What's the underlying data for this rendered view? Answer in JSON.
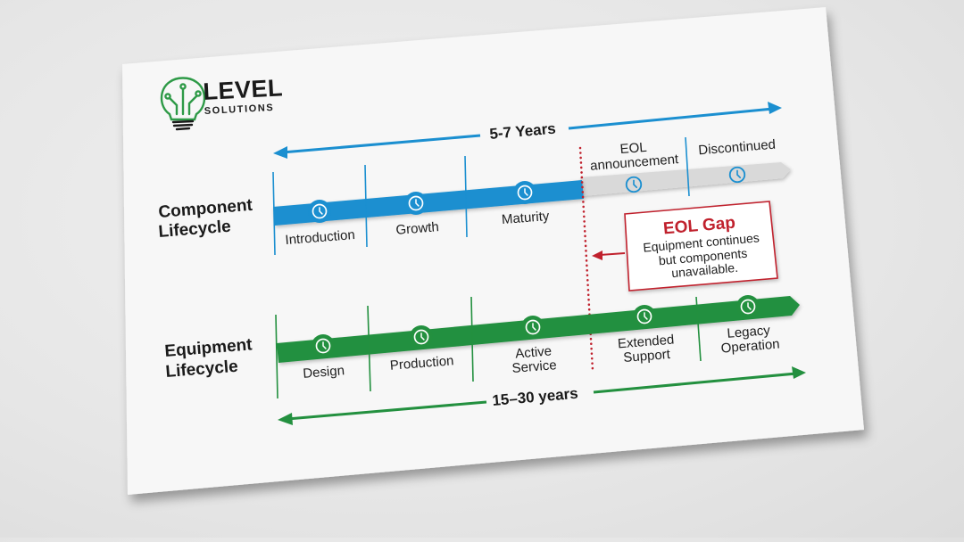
{
  "brand": {
    "name_line1": "LEVEL",
    "name_line2": "SOLUTIONS",
    "icon": "lightbulb-circuit-icon",
    "color": "#2e9a47"
  },
  "colors": {
    "component": "#1b8fd0",
    "equipment": "#23903f",
    "eol_gray": "#d9d9d9",
    "eol_red": "#c0212d",
    "text": "#1a1a1a"
  },
  "component": {
    "title_line1": "Component",
    "title_line2": "Lifecycle",
    "span_label": "5-7 Years",
    "stages": [
      {
        "label": "Introduction",
        "icon": "clock-icon"
      },
      {
        "label": "Growth",
        "icon": "clock-icon"
      },
      {
        "label": "Maturity",
        "icon": "clock-icon"
      },
      {
        "label_line1": "EOL",
        "label_line2": "announcement",
        "icon": "clock-icon"
      },
      {
        "label": "Discontinued",
        "icon": "clock-icon"
      }
    ]
  },
  "equipment": {
    "title_line1": "Equipment",
    "title_line2": "Lifecycle",
    "span_label": "15–30 years",
    "stages": [
      {
        "label": "Design",
        "icon": "clock-icon"
      },
      {
        "label": "Production",
        "icon": "clock-icon"
      },
      {
        "label_line1": "Active",
        "label_line2": "Service",
        "icon": "clock-icon"
      },
      {
        "label_line1": "Extended",
        "label_line2": "Support",
        "icon": "clock-icon"
      },
      {
        "label_line1": "Legacy",
        "label_line2": "Operation",
        "icon": "clock-icon"
      }
    ]
  },
  "eol_gap": {
    "title": "EOL Gap",
    "line1": "Equipment continues",
    "line2": "but components",
    "line3": "unavailable."
  }
}
